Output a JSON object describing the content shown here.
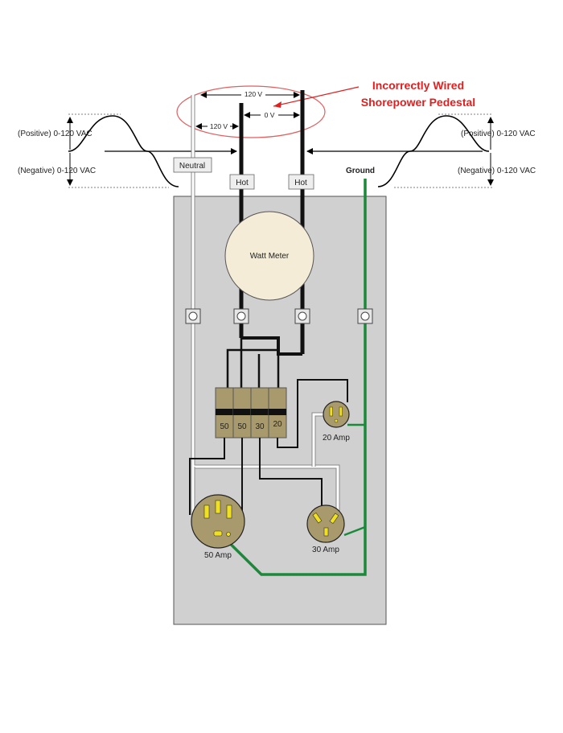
{
  "title": {
    "line1": "Incorrectly Wired",
    "line2": "Shorepower Pedestal"
  },
  "voltages": {
    "top_span": "120 V",
    "left_span": "120 V",
    "between_hots": "0 V"
  },
  "left_wave": {
    "positive": "(Positive) 0-120 VAC",
    "negative": "(Negative) 0-120 VAC"
  },
  "right_wave": {
    "positive": "(Positive) 0-120 VAC",
    "negative": "(Negative) 0-120 VAC"
  },
  "wires": {
    "neutral": "Neutral",
    "hot_left": "Hot",
    "hot_right": "Hot",
    "ground": "Ground"
  },
  "meter": "Watt Meter",
  "breakers": [
    "50",
    "50",
    "30",
    "20"
  ],
  "receptacles": {
    "r50": "50 Amp",
    "r30": "30 Amp",
    "r20": "20 Amp"
  },
  "colors": {
    "title": "#e02020",
    "ellipse": "#e06060",
    "ground": "#1a8a3a",
    "panel": "#d0d0d0",
    "meter": "#f4ecd6",
    "breaker": "#a89a6c",
    "receptacle": "#a89a6c",
    "prong": "#f0e020"
  }
}
